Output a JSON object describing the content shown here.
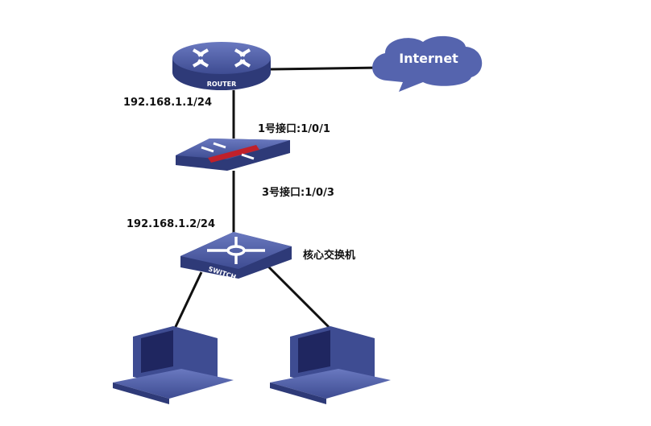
{
  "nodes": {
    "router": {
      "label": "ROUTER"
    },
    "internet": {
      "label": "Internet"
    },
    "switch": {
      "label": "SWITCH"
    }
  },
  "labels": {
    "router_ip": "192.168.1.1/24",
    "port1": "1号接口:1/0/1",
    "port3": "3号接口:1/0/3",
    "switch_ip": "192.168.1.2/24",
    "core_switch": "核心交换机"
  },
  "colors": {
    "device": "#4a5aa0",
    "device_dark": "#2e3a78",
    "firewall_bar": "#c0202a"
  }
}
